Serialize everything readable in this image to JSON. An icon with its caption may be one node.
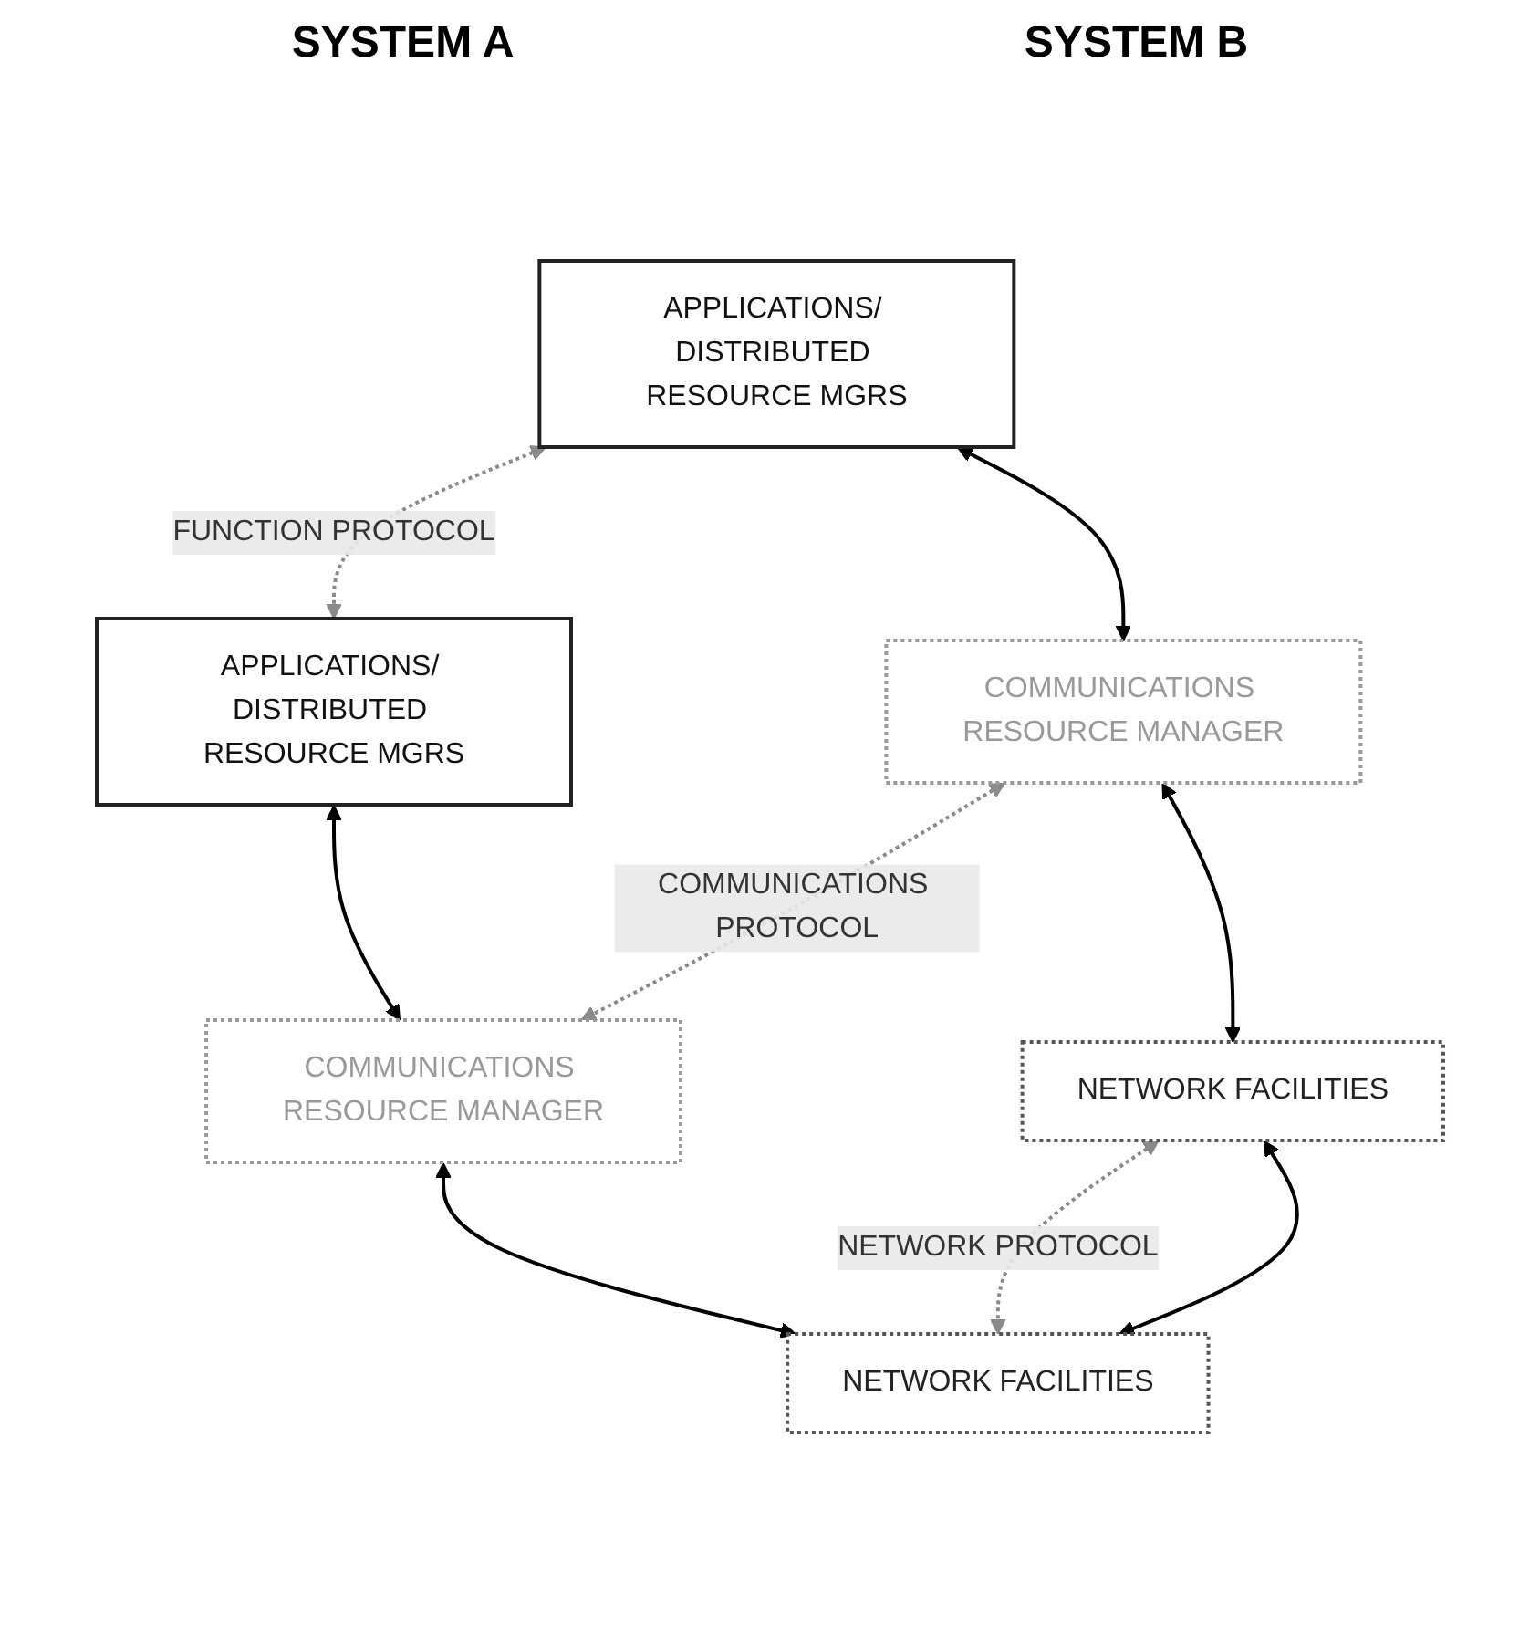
{
  "diagram": {
    "nodes": [
      {
        "text": [
          "APPLICATIONS/ DISTRIBUTED RESOURCE MGRS"
        ]
      },
      {
        "text": [
          "APPLICATIONS/ DISTRIBUTED RESOURCE MGRS"
        ]
      },
      {
        "text": [
          "COMMUNICATIONS RESOURCE MANAGER"
        ]
      },
      {
        "text": [
          "COMMUNICATIONS RESOURCE MANAGER"
        ]
      },
      {
        "text": [
          "NETWORK FACILITIES"
        ]
      },
      {
        "text": [
          "NETWORK FACILITIES"
        ]
      }
    ],
    "edges": [
      {
        "from": 0,
        "to": 1,
        "arrow": "both",
        "label": "FUNCTION PROTOCOL",
        "style": "dashed",
        "color": "#8a8a8a"
      },
      {
        "from": 0,
        "to": 2,
        "arrow": "both"
      },
      {
        "from": 1,
        "to": 3,
        "arrow": "both"
      },
      {
        "from": 2,
        "to": 3,
        "arrow": "both",
        "label": "COMMUNICATIONS PROTOCOL",
        "style": "dashed",
        "color": "#8a8a8a"
      },
      {
        "from": 2,
        "to": 4,
        "arrow": "both"
      },
      {
        "from": 3,
        "to": 5,
        "arrow": "both"
      },
      {
        "from": 4,
        "to": 5,
        "arrow": "both",
        "label": "NETWORK PROTOCOL",
        "style": "dashed",
        "color": "#8a8a8a"
      },
      {
        "from": 4,
        "to": 5,
        "arrow": "both"
      }
    ],
    "labels": [
      "SYSTEM A",
      "SYSTEM B"
    ]
  }
}
